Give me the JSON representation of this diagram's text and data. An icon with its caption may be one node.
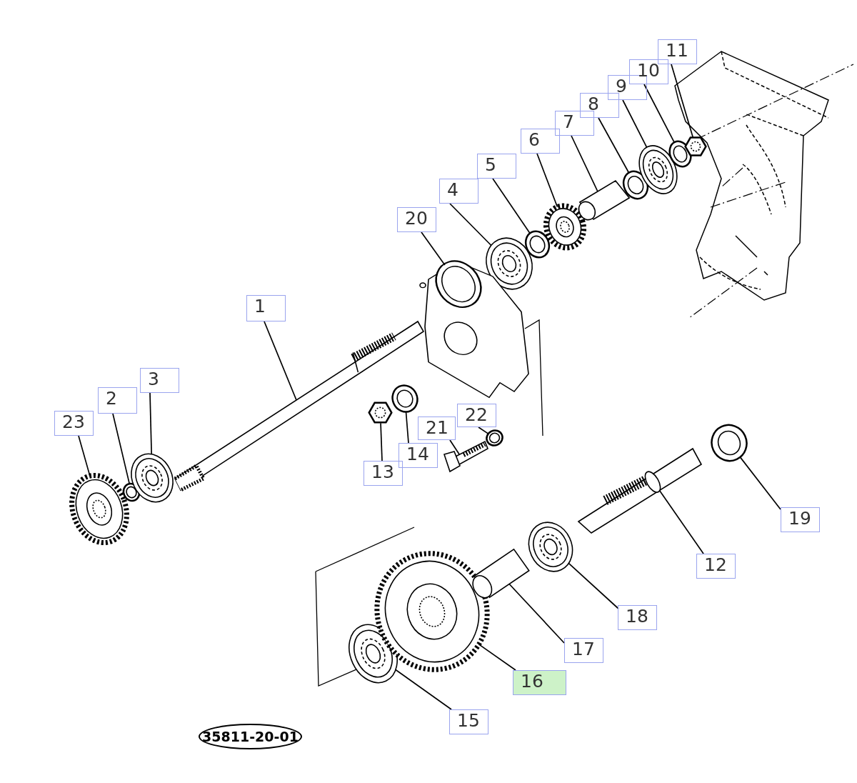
{
  "diagram": {
    "nodes": [
      {
        "text": [
          "1"
        ]
      },
      {
        "text": [
          "2"
        ]
      },
      {
        "text": [
          "3"
        ]
      },
      {
        "text": [
          "4"
        ]
      },
      {
        "text": [
          "5"
        ]
      },
      {
        "text": [
          "6"
        ]
      },
      {
        "text": [
          "7"
        ]
      },
      {
        "text": [
          "8"
        ]
      },
      {
        "text": [
          "9"
        ]
      },
      {
        "text": [
          "10"
        ]
      },
      {
        "text": [
          "11"
        ]
      },
      {
        "text": [
          "12"
        ]
      },
      {
        "text": [
          "13"
        ]
      },
      {
        "text": [
          "14"
        ]
      },
      {
        "text": [
          "15"
        ]
      },
      {
        "text": [
          "16"
        ]
      },
      {
        "text": [
          "17"
        ]
      },
      {
        "text": [
          "18"
        ]
      },
      {
        "text": [
          "19"
        ]
      },
      {
        "text": [
          "20"
        ]
      },
      {
        "text": [
          "21"
        ]
      },
      {
        "text": [
          "22"
        ]
      },
      {
        "text": [
          "23"
        ]
      },
      {
        "text": [],
        "shape": "picture"
      },
      {
        "text": [],
        "shape": "picture"
      },
      {
        "text": [],
        "shape": "picture"
      },
      {
        "text": [],
        "shape": "picture"
      },
      {
        "text": [],
        "shape": "picture"
      },
      {
        "text": [],
        "shape": "picture"
      },
      {
        "text": [],
        "shape": "picture"
      },
      {
        "text": [],
        "shape": "picture"
      },
      {
        "text": [],
        "shape": "picture"
      },
      {
        "text": [],
        "shape": "picture"
      },
      {
        "text": [],
        "shape": "picture"
      },
      {
        "text": [],
        "shape": "picture"
      },
      {
        "text": [],
        "shape": "picture"
      },
      {
        "text": [],
        "shape": "picture"
      },
      {
        "text": [],
        "shape": "picture"
      },
      {
        "text": [],
        "shape": "picture"
      },
      {
        "text": [],
        "shape": "picture"
      },
      {
        "text": [],
        "shape": "picture"
      },
      {
        "text": [],
        "shape": "picture"
      },
      {
        "text": [],
        "shape": "picture"
      },
      {
        "text": [],
        "shape": "picture"
      },
      {
        "text": [],
        "shape": "picture"
      },
      {
        "text": [],
        "shape": "picture"
      },
      {
        "text": [
          "35811-20-01"
        ]
      }
    ],
    "edges": [
      {
        "from": 0,
        "to": 23,
        "arrow": "none"
      },
      {
        "from": 1,
        "to": 24,
        "arrow": "none"
      },
      {
        "from": 2,
        "to": 25,
        "arrow": "none"
      },
      {
        "from": 3,
        "to": 26,
        "arrow": "none"
      },
      {
        "from": 4,
        "to": 27,
        "arrow": "none"
      },
      {
        "from": 5,
        "to": 28,
        "arrow": "none"
      },
      {
        "from": 6,
        "to": 29,
        "arrow": "none"
      },
      {
        "from": 7,
        "to": 30,
        "arrow": "none"
      },
      {
        "from": 8,
        "to": 31,
        "arrow": "none"
      },
      {
        "from": 9,
        "to": 32,
        "arrow": "none"
      },
      {
        "from": 10,
        "to": 33,
        "arrow": "none"
      },
      {
        "from": 11,
        "to": 34,
        "arrow": "none"
      },
      {
        "from": 12,
        "to": 35,
        "arrow": "none"
      },
      {
        "from": 13,
        "to": 36,
        "arrow": "none"
      },
      {
        "from": 14,
        "to": 37,
        "arrow": "none"
      },
      {
        "from": 15,
        "to": 38,
        "arrow": "none"
      },
      {
        "from": 16,
        "to": 39,
        "arrow": "none"
      },
      {
        "from": 17,
        "to": 40,
        "arrow": "none"
      },
      {
        "from": 18,
        "to": 41,
        "arrow": "none"
      },
      {
        "from": 19,
        "to": 42,
        "arrow": "none"
      },
      {
        "from": 20,
        "to": 43,
        "arrow": "none"
      },
      {
        "from": 21,
        "to": 44,
        "arrow": "none"
      },
      {
        "from": 22,
        "to": 45,
        "arrow": "none"
      }
    ]
  }
}
